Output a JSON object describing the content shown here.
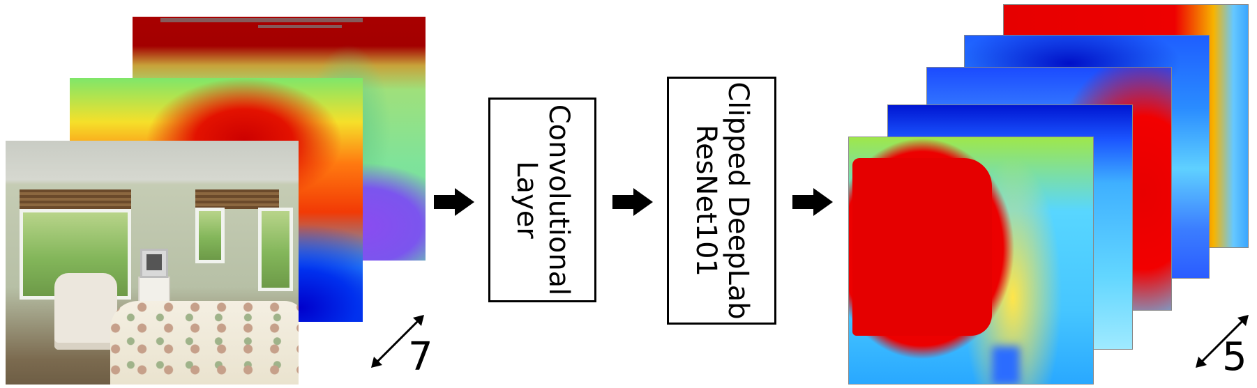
{
  "input": {
    "channel_count": "7"
  },
  "blocks": [
    {
      "label": "Convolutional\nLayer"
    },
    {
      "label": "Clipped DeepLab\nResNet101"
    }
  ],
  "output": {
    "channel_count": "5"
  },
  "colors": {
    "stroke": "#000000",
    "jet_red": "#e60000",
    "jet_blue": "#0016d2"
  },
  "icons": {
    "flow_arrow": "right-block-arrow",
    "stack_depth": "double-headed-diagonal-arrow"
  }
}
